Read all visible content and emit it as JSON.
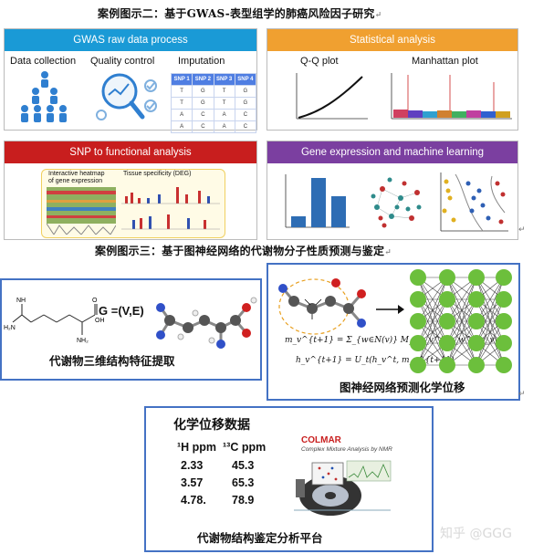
{
  "section2_title": "案例图示二：基于GWAS-表型组学的肺癌风险因子研究",
  "section3_title": "案例图示三：基于图神经网络的代谢物分子性质预测与鉴定",
  "paragraph_mark": "↵",
  "panels": {
    "gwas": {
      "header": "GWAS raw data process",
      "color": "#1a9ad6",
      "data_collection": "Data collection",
      "quality_control": "Quality control",
      "imputation": "Imputation",
      "table_header": [
        "SNP 1",
        "SNP 2",
        "SNP 3",
        "SNP 4"
      ],
      "table_rows": [
        [
          "T",
          "G",
          "T",
          "G"
        ],
        [
          "T",
          "G",
          "T",
          "G"
        ],
        [
          "A",
          "C",
          "A",
          "C"
        ],
        [
          "A",
          "C",
          "A",
          "C"
        ]
      ]
    },
    "stats": {
      "header": "Statistical analysis",
      "color": "#f0a030",
      "qq_label": "Q-Q plot",
      "manhattan_label": "Manhattan plot"
    },
    "snp": {
      "header": "SNP to functional analysis",
      "color": "#c81e1e",
      "heatmap_label_1": "Interactive heatmap",
      "heatmap_label_2": "of gene expression",
      "tissue_label": "Tissue specificity (DEG)"
    },
    "gene": {
      "header": "Gene expression and machine learning",
      "color": "#7b3fa0"
    }
  },
  "box1": {
    "formula": "G =(V,E)",
    "caption": "代谢物三维结构特征提取",
    "atom_labels": {
      "nh1": "NH",
      "nh2": "NH₂",
      "h2n": "H₂N",
      "o": "O",
      "oh": "OH"
    }
  },
  "box2": {
    "eq1": "m_v^{t+1} = Σ_{w∈N(v)} M_t(h_v^t, h_w^t, e_vw)",
    "eq2": "h_v^{t+1} = U_t(h_v^t, m_v^{t+1})",
    "caption": "图神经网络预测化学位移"
  },
  "box3": {
    "title": "化学位移数据",
    "col1": "¹H ppm",
    "col2": "¹³C ppm",
    "rows": [
      [
        "2.33",
        "45.3"
      ],
      [
        "3.57",
        "65.3"
      ],
      [
        "4.78.",
        "78.9"
      ]
    ],
    "colmar": "COLMAR",
    "colmar_sub": "Complex Mixture Analysis by NMR",
    "caption": "代谢物结构鉴定分析平台"
  },
  "watermark": "知乎 @GGG"
}
